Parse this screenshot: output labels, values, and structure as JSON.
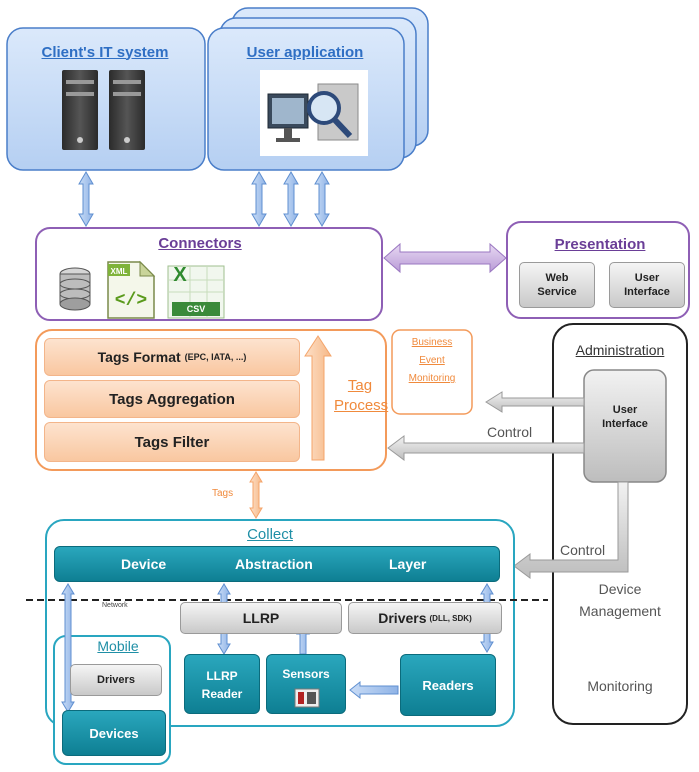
{
  "top": {
    "clients_it_system": "Client's IT system",
    "user_application": "User application"
  },
  "connectors": {
    "title": "Connectors",
    "csv_label": "CSV",
    "excel_letter": "X"
  },
  "presentation": {
    "title": "Presentation",
    "web_service": "Web Service",
    "user_interface": "User Interface"
  },
  "tag_process": {
    "tags_format": "Tags Format",
    "tags_format_note": "(EPC, IATA, ...)",
    "tags_aggregation": "Tags Aggregation",
    "tags_filter": "Tags Filter",
    "label_line1": "Tag",
    "label_line2": "Process"
  },
  "business_event": {
    "line1": "Business",
    "line2": "Event",
    "line3": "Monitoring"
  },
  "administration": {
    "title": "Administration",
    "user_interface": "User Interface",
    "device_management_line1": "Device",
    "device_management_line2": "Management",
    "monitoring": "Monitoring"
  },
  "arrows": {
    "control_upper": "Control",
    "control_lower": "Control",
    "tags": "Tags"
  },
  "collect": {
    "title": "Collect",
    "dal_device": "Device",
    "dal_abstraction": "Abstraction",
    "dal_layer": "Layer",
    "network": "Network",
    "llrp": "LLRP",
    "drivers": "Drivers",
    "drivers_note": "(DLL, SDK)",
    "llrp_reader_line1": "LLRP",
    "llrp_reader_line2": "Reader",
    "sensors": "Sensors",
    "readers": "Readers"
  },
  "mobile": {
    "title": "Mobile",
    "drivers": "Drivers",
    "devices": "Devices"
  }
}
